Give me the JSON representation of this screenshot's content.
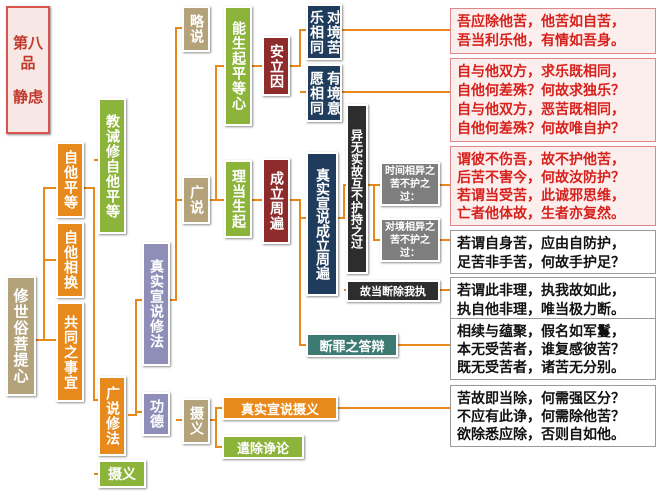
{
  "title": {
    "chapter": "第八品",
    "name": "静虑"
  },
  "nodes": {
    "xiushi": "修世俗菩提心",
    "zitapingdeng": "自他平等",
    "zitaxianghuan": "自他相换",
    "gongtongzhishiyi": "共同之事宜",
    "jiaojie": "教诫修自他平等",
    "guangshuo_xiufa": "广说修法",
    "sheyi_bottom": "摄义",
    "zhenshi_xuanshuo": "真实宣说修法",
    "gongde": "功德",
    "lueshuo": "略说",
    "guangshuo": "广说",
    "sheyi_mid": "摄义",
    "nengsheng": "能生起平等心",
    "lidang": "理当生起",
    "anliyin": "安立因",
    "chengli": "成立周遍",
    "duijing": "对境苦乐相同",
    "youjing": "有境意愿相同",
    "zhenshi_zhoubian": "真实宣说成立周遍",
    "yiwushi": "异无实故互不护持之过",
    "shijian_xiangyi": "时间相异之苦不护之过：",
    "duijing_xiangyi": "对境相异之苦不护之过：",
    "gudang": "故当断除我执",
    "duanzui": "断罪之答辩",
    "zhenshi_sheyi": "真实宣说摄义",
    "qianchu": "遣除诤论"
  },
  "quotes": {
    "q1": [
      "吾应除他苦，他苦如自苦，",
      "吾当利乐他，有情如吾身。"
    ],
    "q2": [
      "自与他双方，求乐既相同，",
      "自他何差殊？何故求独乐？",
      "自与他双方，恶苦既相同，",
      "自他何差殊？何故唯自护？"
    ],
    "q3": [
      "谓彼不伤吾，故不护他苦，",
      "后苦不害今，何故汝防护？",
      "若谓当受苦，此诚邪思维，",
      "亡者他体故，生者亦复然。"
    ],
    "q4": [
      "若谓自身苦，应由自防护，",
      "足苦非手苦，何故手护足？"
    ],
    "q5": [
      "若谓此非理，执我故如此，",
      "执自他非理，唯当极力断。"
    ],
    "q6": [
      "相续与蕴聚，假名如军鬘，",
      "本无受苦者，谁复感彼苦？",
      "既无受苦者，诸苦无分别。"
    ],
    "q7": [
      "苦故即当除，何需强区分？",
      "不应有此诤，何需除他苦？",
      "欲除悉应除，否则自如他。"
    ]
  },
  "colors": {
    "connector": "#e8891b",
    "accent_red": "#d6211c"
  }
}
